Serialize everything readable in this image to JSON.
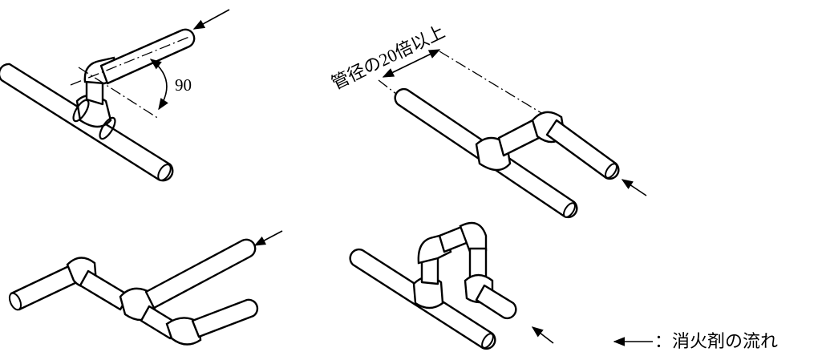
{
  "angle_label": "90",
  "dimension_label": "管径の20倍以上",
  "legend_label": "：消火剤の流れ"
}
